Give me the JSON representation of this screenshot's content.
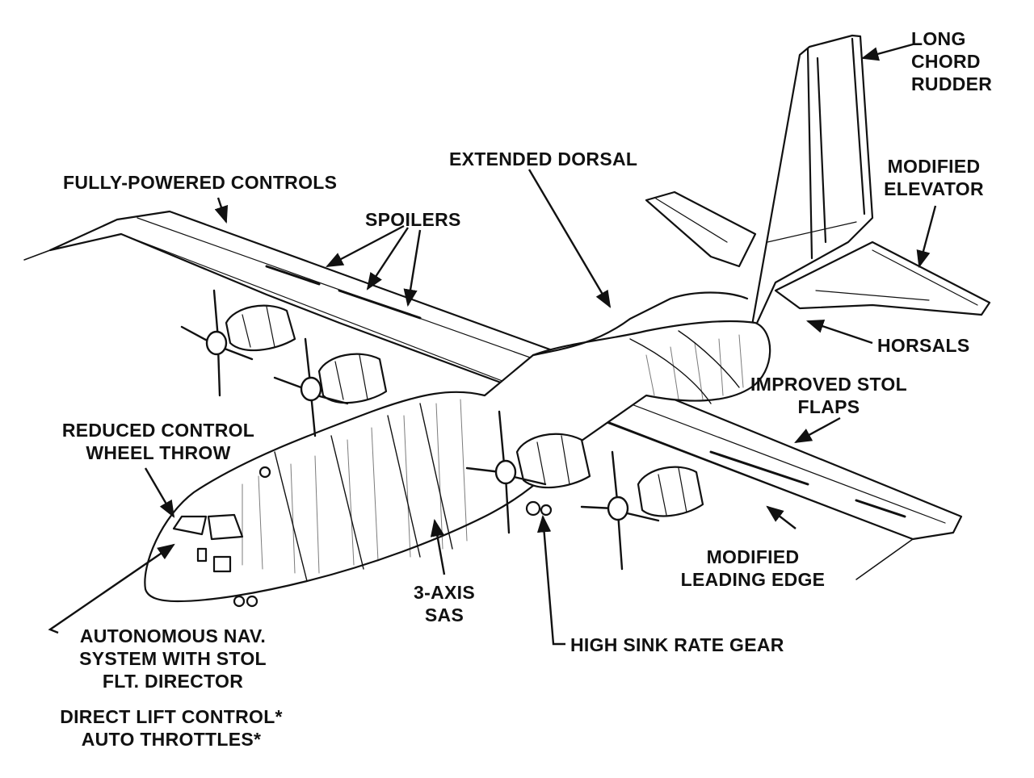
{
  "colors": {
    "ink": "#111111",
    "paper": "#ffffff",
    "shade": "#cccccc"
  },
  "labels": {
    "long_chord_rudder": [
      "LONG",
      "CHORD",
      "RUDDER"
    ],
    "extended_dorsal": "EXTENDED DORSAL",
    "modified_elevator": [
      "MODIFIED",
      "ELEVATOR"
    ],
    "fully_powered_controls": "FULLY-POWERED CONTROLS",
    "spoilers": "SPOILERS",
    "horsals": "HORSALS",
    "improved_stol_flaps": [
      "IMPROVED STOL",
      "FLAPS"
    ],
    "reduced_control_wheel_throw": [
      "REDUCED CONTROL",
      "WHEEL THROW"
    ],
    "modified_leading_edge": [
      "MODIFIED",
      "LEADING EDGE"
    ],
    "three_axis_sas": [
      "3-AXIS",
      "SAS"
    ],
    "high_sink_rate_gear": "HIGH SINK RATE GEAR",
    "autonomous_nav": [
      "AUTONOMOUS NAV.",
      "SYSTEM WITH STOL",
      "FLT. DIRECTOR"
    ],
    "direct_lift_control": "DIRECT LIFT CONTROL*",
    "auto_throttles": "AUTO THROTTLES*"
  }
}
